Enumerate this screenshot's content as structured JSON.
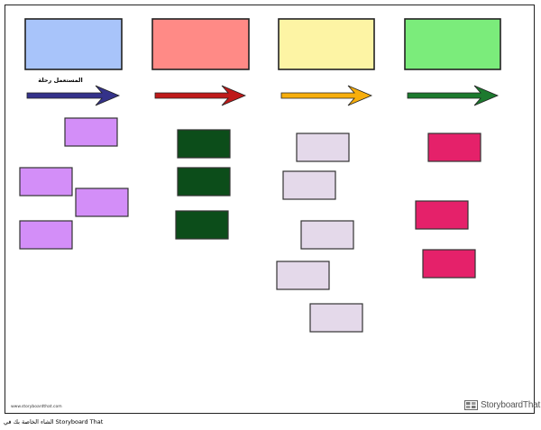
{
  "columns": [
    {
      "id": "blue",
      "header_color": "#a8c4fa",
      "arrow_color": "#34328a",
      "arrow_label": "المستعمل رحلة",
      "cards": 4,
      "card_color": "#d38ef8"
    },
    {
      "id": "red",
      "header_color": "#ff8a86",
      "arrow_color": "#bf1a1a",
      "arrow_label": "",
      "cards": 3,
      "card_color": "#0c4d1a"
    },
    {
      "id": "yellow",
      "header_color": "#fdf4a4",
      "arrow_color": "#f7ae0c",
      "arrow_label": "",
      "cards": 5,
      "card_color": "#e4d9ea"
    },
    {
      "id": "green",
      "header_color": "#7bec7b",
      "arrow_color": "#1c7a2e",
      "arrow_label": "",
      "cards": 3,
      "card_color": "#e5216a"
    }
  ],
  "watermark": {
    "url": "www.storyboardthat.com",
    "brand": "StoryboardThat"
  },
  "footer": {
    "credit": "الشاء الخاصة بك في Storyboard That"
  }
}
